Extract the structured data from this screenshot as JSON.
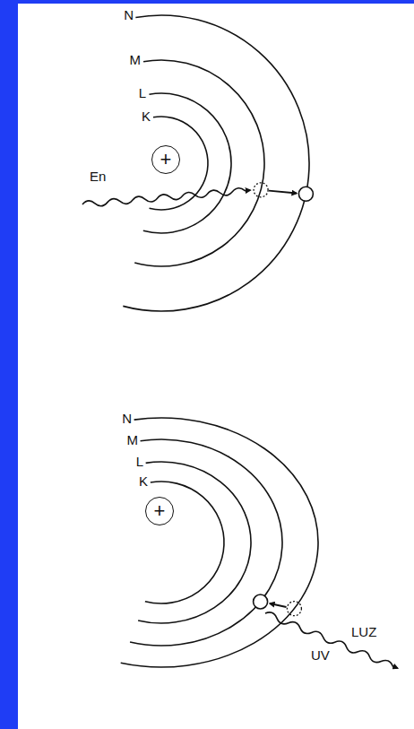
{
  "diagram": {
    "nodes": [
      {
        "text": [
          "+"
        ]
      },
      {
        "text": [
          "+"
        ]
      }
    ],
    "labels": [
      "N",
      "M",
      "L",
      "K",
      "En",
      "N",
      "M",
      "L",
      "K",
      "LUZ",
      "UV"
    ]
  }
}
